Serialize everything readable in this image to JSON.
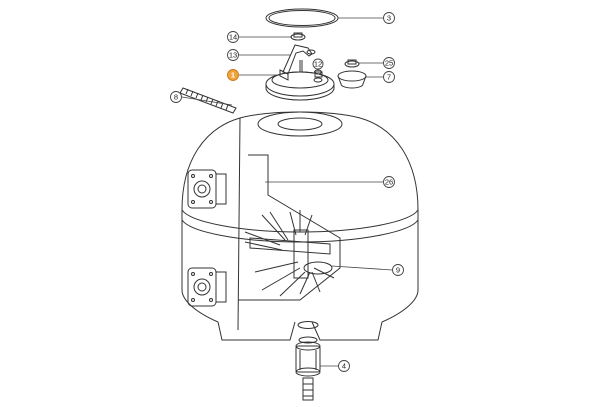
{
  "colors": {
    "line": "#333333",
    "highlight": "#f0a33a",
    "background": "#ffffff"
  },
  "callouts": [
    {
      "id": "3",
      "label": "3"
    },
    {
      "id": "14",
      "label": "14"
    },
    {
      "id": "13",
      "label": "13"
    },
    {
      "id": "1",
      "label": "1",
      "highlighted": true
    },
    {
      "id": "12",
      "label": "12"
    },
    {
      "id": "25",
      "label": "25"
    },
    {
      "id": "7",
      "label": "7"
    },
    {
      "id": "8",
      "label": "8"
    },
    {
      "id": "26",
      "label": "26"
    },
    {
      "id": "9",
      "label": "9"
    },
    {
      "id": "4",
      "label": "4"
    }
  ]
}
